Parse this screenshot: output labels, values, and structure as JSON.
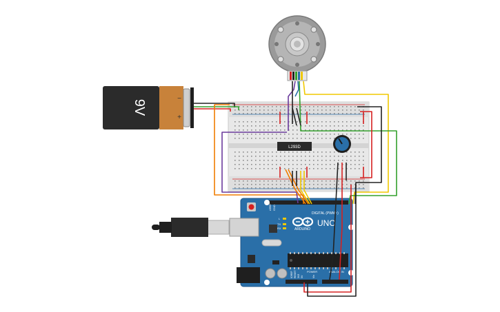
{
  "battery": {
    "label": "9V",
    "minus": "−",
    "plus": "+"
  },
  "driver_chip": {
    "label": "L293D"
  },
  "arduino": {
    "brand": "ARDUINO",
    "model": "UNO",
    "digital_label": "DIGITAL (PWM~)",
    "power_label": "POWER",
    "analog_label": "ANALOG IN",
    "aref": "AREF",
    "gnd": "GND",
    "led_l": "L",
    "led_tx": "TX",
    "led_rx": "RX",
    "ioref": "IOREF",
    "reset": "RESET",
    "v33": "3V3",
    "v5": "5V",
    "vin": "Vin"
  },
  "colors": {
    "wire_orange": "#f07d00",
    "wire_purple": "#6a3a9c",
    "wire_yellow": "#f0c800",
    "wire_green": "#33a02c",
    "wire_black": "#222222",
    "wire_red": "#d62020",
    "board_blue": "#2a6fa8",
    "breadboard": "#e8e8e8",
    "battery_body": "#2b2b2b",
    "battery_copper": "#c8823a",
    "motor_gray": "#a8a8a8"
  }
}
